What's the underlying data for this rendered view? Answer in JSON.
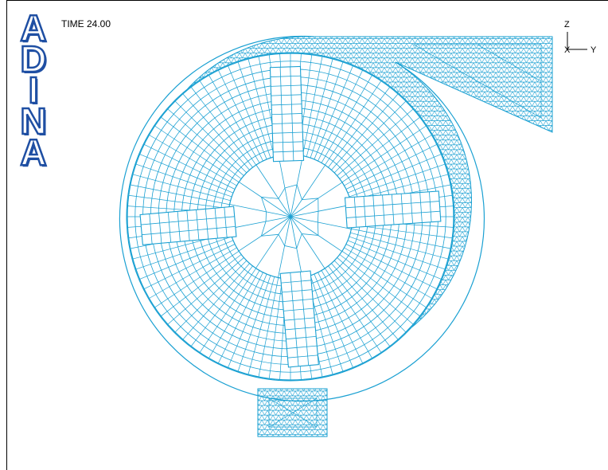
{
  "logo": {
    "letters": [
      "A",
      "D",
      "I",
      "N",
      "A"
    ],
    "color": "#1f4fa3"
  },
  "time_label": "TIME 24.00",
  "axes": {
    "vertical_label": "Z",
    "out_label": "X",
    "horizontal_label": "Y"
  },
  "colors": {
    "mesh": "#1aa0d2",
    "frame": "#000000"
  },
  "chart_data": {
    "type": "diagram",
    "kind": "finite-element mesh of a blower with rotor paddles",
    "title": "",
    "xlabel": "",
    "ylabel": ""
  }
}
